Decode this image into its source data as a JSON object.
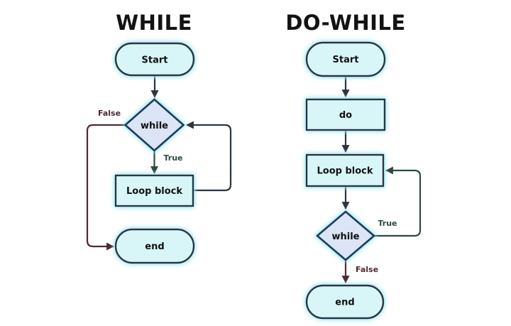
{
  "while_chart": {
    "title": "WHILE",
    "start_label": "Start",
    "condition_label": "while",
    "loop_label": "Loop block",
    "end_label": "end",
    "true_label": "True",
    "false_label": "False"
  },
  "do_while_chart": {
    "title": "DO-WHILE",
    "start_label": "Start",
    "do_label": "do",
    "loop_label": "Loop block",
    "condition_label": "while",
    "end_label": "end",
    "true_label": "True",
    "false_label": "False"
  },
  "colors": {
    "background": "#ffffff",
    "title_text": "#131313",
    "node_fill": "#d8f6f8",
    "node_border": "#2b3642",
    "diamond_fill": "#dbe5f6",
    "diamond_border": "#1e3c5a",
    "glow": "#9ee7f0",
    "arrow_default": "#2b3540",
    "arrow_true": "#2d4a41",
    "arrow_false": "#4e2a33"
  }
}
